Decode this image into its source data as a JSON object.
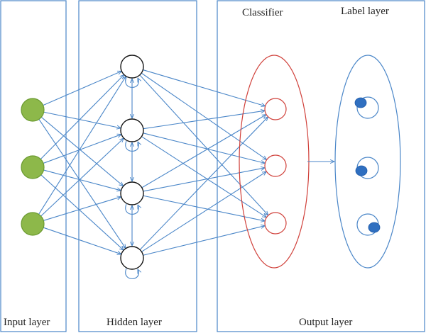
{
  "labels": {
    "input_layer": "Input layer",
    "hidden_layer": "Hidden layer",
    "output_layer": "Output layer",
    "classifier": "Classifier",
    "label_layer": "Label layer"
  },
  "colors": {
    "panel_border": "#4a86c8",
    "edge": "#4a86c8",
    "input_node_fill": "#8db84a",
    "input_node_stroke": "#6a9a30",
    "hidden_node_fill": "#ffffff",
    "hidden_node_stroke": "#111111",
    "classifier_stroke": "#d0403a",
    "label_ellipse_stroke": "#4a86c8",
    "label_dot_fill": "#2f6fc0"
  },
  "network": {
    "input_nodes": 3,
    "hidden_nodes": 4,
    "classifier_nodes": 3,
    "label_nodes": 3
  }
}
